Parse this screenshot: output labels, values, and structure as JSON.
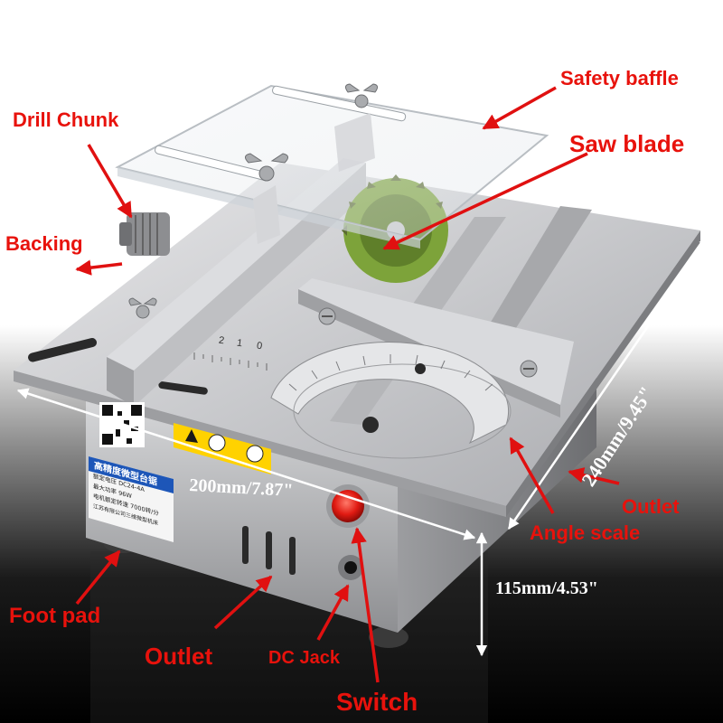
{
  "labels": {
    "safety_baffle": "Safety baffle",
    "drill_chunk": "Drill Chunk",
    "saw_blade": "Saw blade",
    "backing": "Backing",
    "outlet_right": "Outlet",
    "angle_scale": "Angle scale",
    "foot_pad": "Foot pad",
    "outlet_bottom": "Outlet",
    "dc_jack": "DC Jack",
    "switch": "Switch"
  },
  "dimensions": {
    "width": "200mm/7.87\"",
    "depth": "240mm/9.45\"",
    "height": "115mm/4.53\""
  },
  "plate": {
    "title": "高精度微型台锯",
    "rows": [
      "额定电压 DC24-4A",
      "最大功率 96W",
      "电机额定转速 7000转/分",
      "江苏有限公司三维微型机床"
    ]
  },
  "ruler_numbers": [
    "2",
    "1",
    "0"
  ],
  "colors": {
    "label_red": "#e8120c",
    "arrow_red": "#e01010",
    "dimension_white": "#ffffff",
    "background": "#000000"
  }
}
